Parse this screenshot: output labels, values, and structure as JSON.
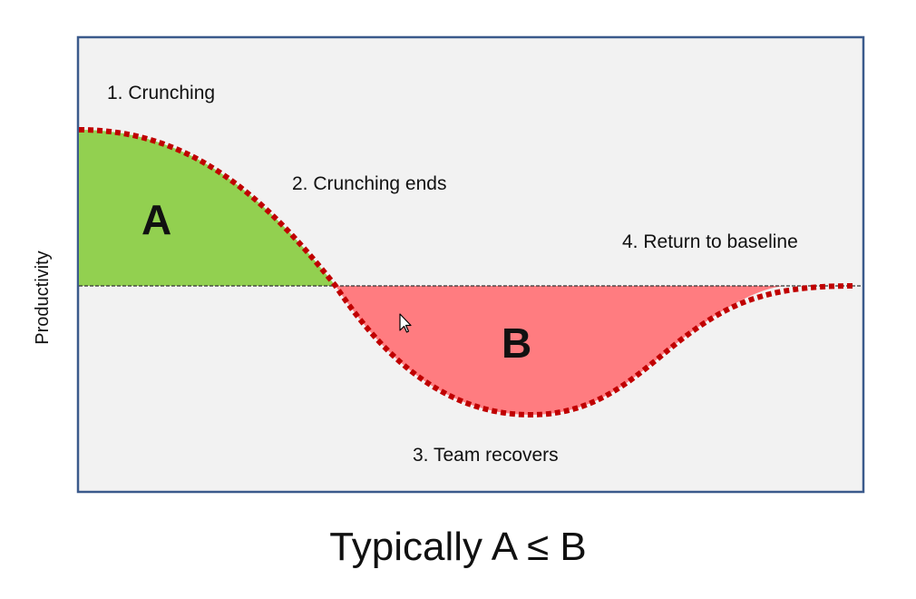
{
  "diagram": {
    "y_axis_label": "Productivity",
    "annotations": {
      "step1": "1.  Crunching",
      "step2": "2.  Crunching ends",
      "step3": "3.  Team recovers",
      "step4": "4.  Return to baseline"
    },
    "regions": {
      "a_label": "A",
      "b_label": "B"
    },
    "colors": {
      "panel_background": "#f2f2f2",
      "panel_border": "#3b5a8c",
      "region_a_fill": "#92d050",
      "region_b_fill": "#ff7c80",
      "curve_stroke": "#c00000",
      "baseline": "#333333"
    }
  },
  "caption": "Typically A ≤ B"
}
